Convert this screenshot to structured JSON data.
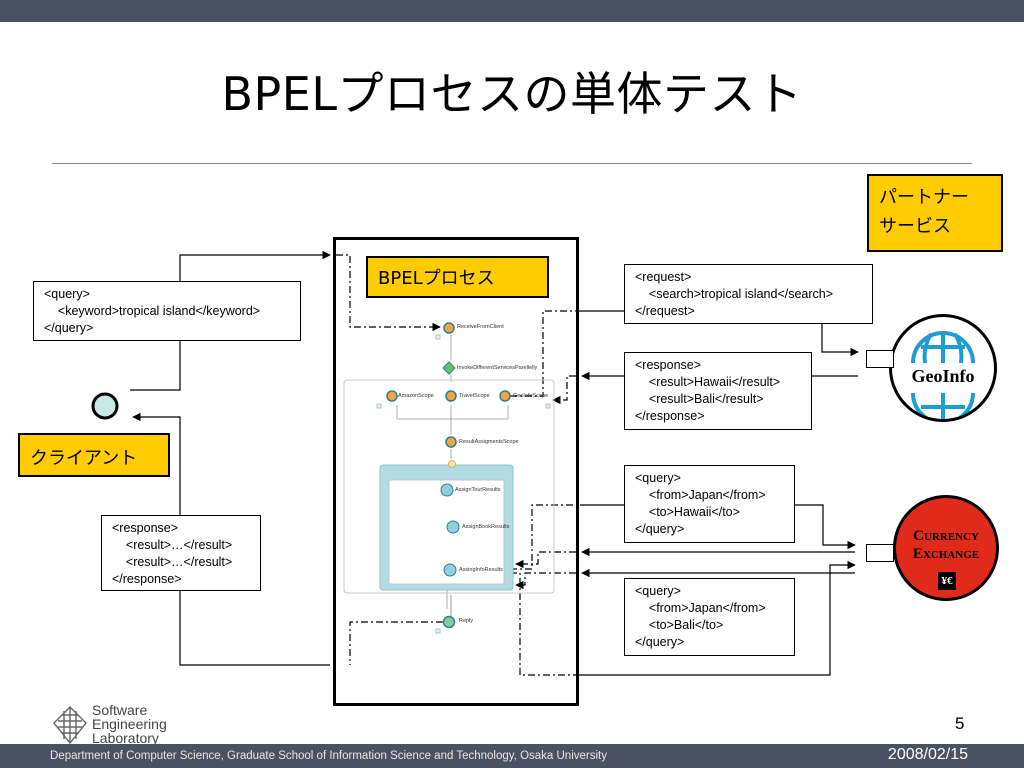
{
  "slide": {
    "title": "BPELプロセスの単体テスト",
    "page_number": "5",
    "date": "2008/02/15",
    "footer": "Department of Computer Science, Graduate School of Information Science and Technology, Osaka University"
  },
  "logo": {
    "line1": "Software",
    "line2": "Engineering",
    "line3": "Laboratory"
  },
  "labels": {
    "client": "クライアント",
    "bpel_process": "BPELプロセス",
    "partner_line1": "パートナー",
    "partner_line2": "サービス"
  },
  "messages": {
    "client_query": "<query>\n    <keyword>tropical island</keyword>\n</query>",
    "client_response": "<response>\n    <result>…</result>\n    <result>…</result>\n</response>",
    "geo_request": "<request>\n    <search>tropical island</search>\n</request>",
    "geo_response": "<response>\n    <result>Hawaii</result>\n    <result>Bali</result>\n</response>",
    "currency_query_1": "<query>\n    <from>Japan</from>\n    <to>Hawaii</to>\n</query>",
    "currency_query_2": "<query>\n    <from>Japan</from>\n    <to>Bali</to>\n</query>"
  },
  "process_nodes": {
    "receive": "ReceiveFromClient",
    "invoke": "InvokeDifferentServicesParellelly",
    "amazon": "AmazonScope",
    "travel": "TravelScope",
    "geoinfo": "GeoInfoScope",
    "result_scope": "ResultAssigmentsScope",
    "assign_tour": "AssignTourResults",
    "assign_book": "AssignBookResults",
    "assign_info": "AssingInfoResults",
    "reply": "Reply"
  },
  "services": {
    "geoinfo": "GeoInfo",
    "currency_line1": "Currency",
    "currency_line2": "Exchange",
    "currency_symbol": "¥€"
  },
  "colors": {
    "label_fill": "#ffcc00",
    "header_bar": "#4a5161",
    "geoinfo_globe": "#1f9bd6",
    "currency_fill": "#e02b1a"
  }
}
